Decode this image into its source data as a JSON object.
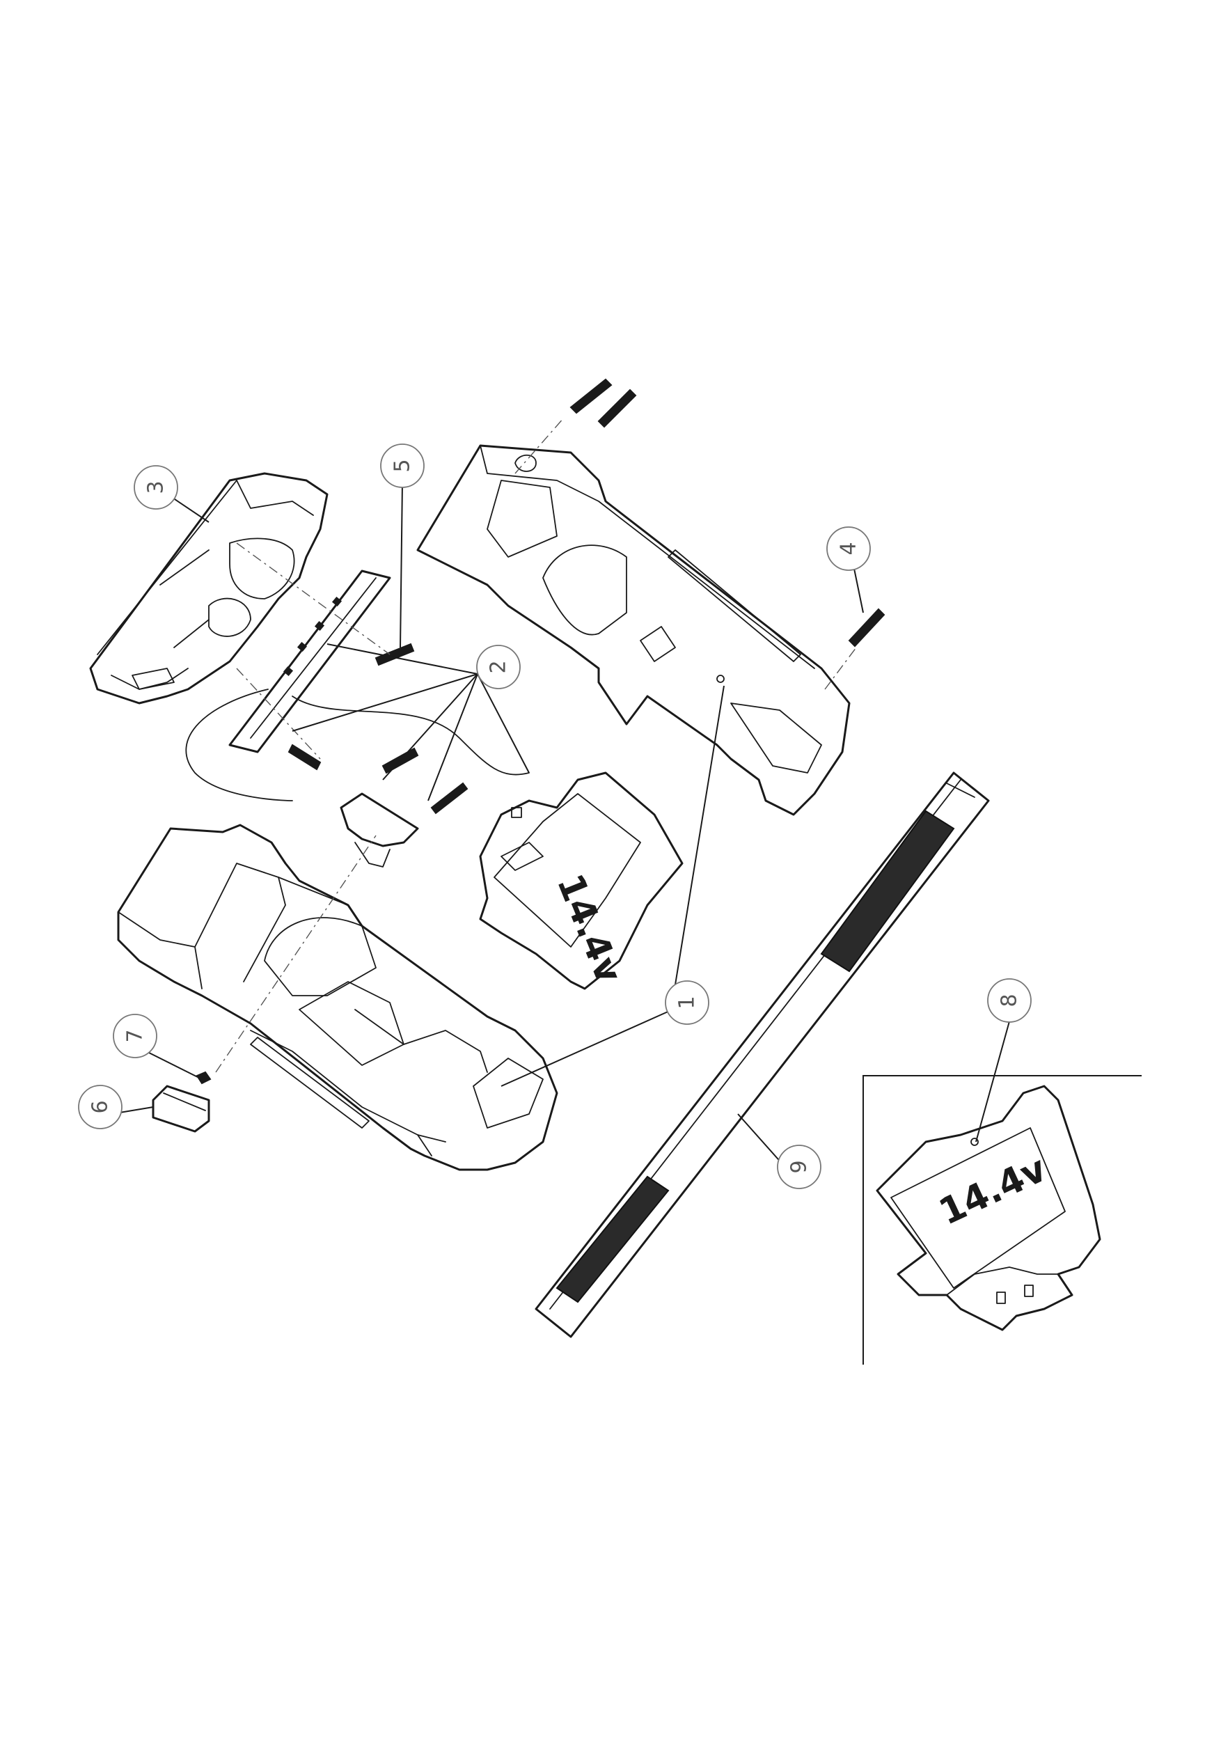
{
  "balloons": [
    {
      "id": "1",
      "label": "1"
    },
    {
      "id": "2",
      "label": "2"
    },
    {
      "id": "3",
      "label": "3"
    },
    {
      "id": "4",
      "label": "4"
    },
    {
      "id": "5",
      "label": "5"
    },
    {
      "id": "6",
      "label": "6"
    },
    {
      "id": "7",
      "label": "7"
    },
    {
      "id": "8",
      "label": "8"
    },
    {
      "id": "9",
      "label": "9"
    }
  ],
  "engravings": {
    "terminal_voltage": "14.4v",
    "detail_voltage": "14.4v"
  },
  "colors": {
    "line": "#1a1a1a",
    "balloon_text": "#555555",
    "background": "#ffffff"
  }
}
